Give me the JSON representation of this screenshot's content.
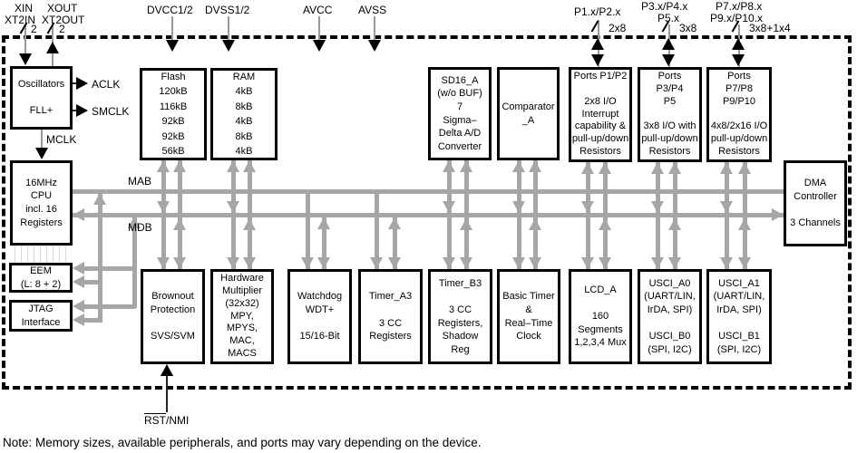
{
  "note": "Note: Memory sizes, available peripherals, and ports may vary depending on the device.",
  "colors": {
    "bus_gray": "#a6a6a6",
    "black": "#000000",
    "background": "#ffffff"
  },
  "pins": {
    "xin_row1": "XIN",
    "xout_row1": "XOUT",
    "xin_row2": "XT2IN",
    "xout_row2": "XT2OUT",
    "xin_width": "2",
    "xout_width": "2",
    "dvcc": "DVCC1/2",
    "dvss": "DVSS1/2",
    "avcc": "AVCC",
    "avss": "AVSS",
    "p12_label": "P1.x/P2.x",
    "p12_width": "2x8",
    "p345_label1": "P3.x/P4.x",
    "p345_label2": "P5.x",
    "p345_width": "3x8",
    "p789_label1": "P7.x/P8.x",
    "p789_label2": "P9.x/P10.x",
    "p789_width": "3x8+1x4"
  },
  "clocks": {
    "aclk": "ACLK",
    "smclk": "SMCLK",
    "mclk": "MCLK"
  },
  "buses": {
    "mab": "MAB",
    "mdb": "MDB"
  },
  "reset": {
    "rst": "RST",
    "nmi": "/NMI"
  },
  "blocks": {
    "oscillators": "Oscillators\n\nFLL+",
    "cpu": "16MHz\nCPU\nincl. 16\nRegisters",
    "eem": "EEM\n(L: 8 + 2)",
    "jtag": "JTAG\nInterface",
    "flash": "Flash\n120kB\n116kB\n92kB\n92kB\n56kB",
    "ram": "RAM\n4kB\n8kB\n4kB\n8kB\n4kB",
    "sd16": "SD16_A\n(w/o BUF)\n7\nSigma–\nDelta A/D\nConverter",
    "comparator": "Comparator\n_A",
    "ports_p1p2": "Ports P1/P2\n\n2x8 I/O\nInterrupt\ncapability &\npull-up/down\nResistors",
    "ports_p3p4p5": "Ports\nP3/P4\nP5\n\n3x8 I/O with\npull-up/down\nResistors",
    "ports_p7p8p9p10": "Ports\nP7/P8\nP9/P10\n\n4x8/2x16 I/O\npull-up/down\nResistors",
    "dma": "DMA\nController\n\n3 Channels",
    "brownout": "Brownout\nProtection\n\nSVS/SVM",
    "multiplier": "Hardware\nMultiplier\n(32x32)\nMPY,\nMPYS,\nMAC,\nMACS",
    "watchdog": "Watchdog\nWDT+\n\n15/16-Bit",
    "timer_a3": "Timer_A3\n\n3 CC\nRegisters",
    "timer_b3": "Timer_B3\n\n3 CC\nRegisters,\nShadow\nReg",
    "basic_timer": "Basic Timer\n&\nReal–Time\nClock",
    "lcd_a": "LCD_A\n\n160\nSegments\n1,2,3,4 Mux",
    "usci_a0": "USCI_A0\n(UART/LIN,\nIrDA, SPI)\n\nUSCI_B0\n(SPI, I2C)",
    "usci_a1": "USCI_A1\n(UART/LIN,\nIrDA, SPI)\n\nUSCI_B1\n(SPI, I2C)"
  }
}
